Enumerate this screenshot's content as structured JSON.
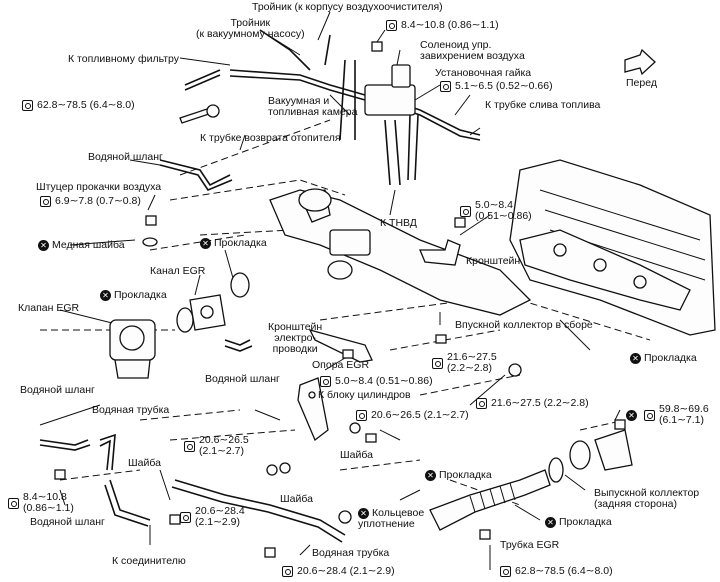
{
  "labels": {
    "tee_air_cleaner": "Тройник (к корпусу воздухоочистителя)",
    "tee_vacuum_pump": "Тройник\n(к вакуумному насосу)",
    "torque_top": "8.4∼10.8  (0.86∼1.1)",
    "solenoid": "Соленоид упр.\nзавихрением воздуха",
    "fuel_filter": "К топливному фильтру",
    "mount_nut": "Установочная гайка",
    "mount_nut_torque": "5.1∼6.5  (0.52∼0.66)",
    "front": "Перед",
    "torque_left_top": "62.8∼78.5  (6.4∼8.0)",
    "vacuum_fuel_chamber": "Вакуумная и\nтопливная камера",
    "drain_tube": "К трубке слива топлива",
    "heater_return": "К трубке возврата отопителя",
    "water_hose_top": "Водяной шланг",
    "bleed_fitting": "Штуцер прокачки воздуха",
    "bleed_torque": "6.9∼7.8  (0.7∼0.8)",
    "tnvd": "К ТНВД",
    "bracket_torque": "5.0∼8.4\n(0.51∼0.86)",
    "copper_washer": "Медная шайба",
    "gasket_a": "Прокладка",
    "bracket": "Кронштейн",
    "egr_channel": "Канал EGR",
    "gasket_b": "Прокладка",
    "egr_valve": "Клапан EGR",
    "intake_manifold": "Впускной коллектор в сборе",
    "wiring_bracket": "Кронштейн\nэлектро-\nпроводки",
    "torque_mid": "21.6∼27.5\n(2.2∼2.8)",
    "water_hose_mid": "Водяной шланг",
    "gasket_right": "Прокладка",
    "egr_support": "Опора EGR",
    "support_torque": "5.0∼8.4  (0.51∼0.86)",
    "to_block": "К блоку цилиндров",
    "torque_mid2": "21.6∼27.5  (2.2∼2.8)",
    "water_hose_left": "Водяной шланг",
    "water_tube_top": "Водяная трубка",
    "torque_exhaust": "59.8∼69.6\n(6.1∼7.1)",
    "torque_a": "20.6∼26.5\n(2.1∼2.7)",
    "torque_b": "20.6∼26.5  (2.1∼2.7)",
    "washer_a": "Шайба",
    "washer_b": "Шайба",
    "washer_c": "Шайба",
    "gasket_bottom": "Прокладка",
    "exhaust_manifold": "Выпускной коллектор\n(задняя сторона)",
    "torque_left_bottom": "8.4∼10.8\n(0.86∼1.1)",
    "water_hose_bottom": "Водяной шланг",
    "torque_c": "20.6∼28.4\n(2.1∼2.9)",
    "o_ring": "Кольцевое\nуплотнение",
    "gasket_exh": "Прокладка",
    "water_tube_bottom": "Водяная трубка",
    "egr_tube": "Трубка EGR",
    "to_connector": "К соединителю",
    "torque_d": "20.6∼28.4  (2.1∼2.9)",
    "torque_e": "62.8∼78.5  (6.4∼8.0)"
  }
}
